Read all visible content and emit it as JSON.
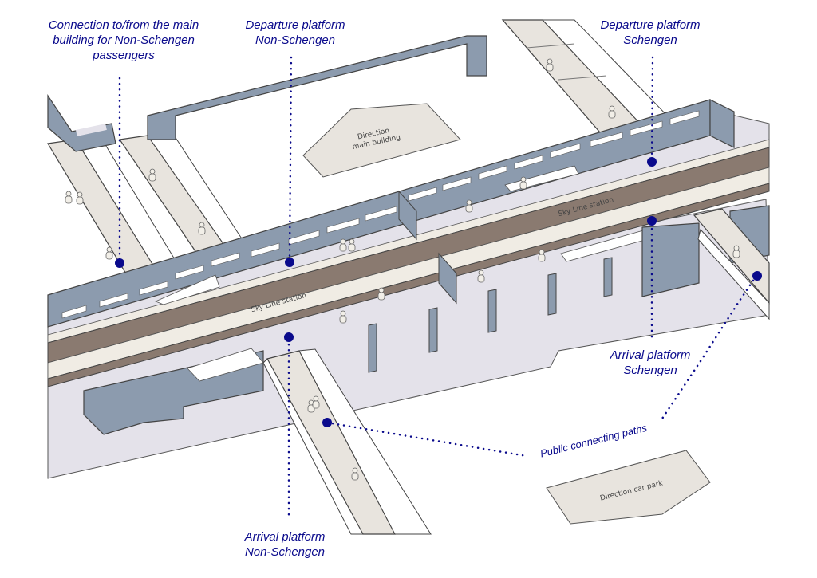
{
  "title": "Sky Line station platform diagram",
  "colors": {
    "annotation": "#0a0a8c",
    "wall": "#8c9bae",
    "wall_stroke": "#444444",
    "floor": "#e4e2ea",
    "walkway": "#e8e4de",
    "track": "#8a7a70",
    "track_edge": "#f0ece4",
    "background": "#ffffff"
  },
  "callouts": {
    "connection_non_schengen": {
      "lines": [
        "Connection to/from the main",
        "building for Non-Schengen",
        "passengers"
      ]
    },
    "departure_non_schengen": {
      "lines": [
        "Departure platform",
        "Non-Schengen"
      ]
    },
    "departure_schengen": {
      "lines": [
        "Departure platform",
        "Schengen"
      ]
    },
    "arrival_schengen": {
      "lines": [
        "Arrival platform",
        "Schengen"
      ]
    },
    "public_paths": {
      "lines": [
        "Public connecting paths"
      ]
    },
    "arrival_non_schengen": {
      "lines": [
        "Arrival platform",
        "Non-Schengen"
      ]
    }
  },
  "map_labels": {
    "direction_main_building": [
      "Direction",
      "main building"
    ],
    "direction_car_park": "Direction car park",
    "station_name_1": "Sky Line station",
    "station_name_2": "Sky Line station"
  }
}
